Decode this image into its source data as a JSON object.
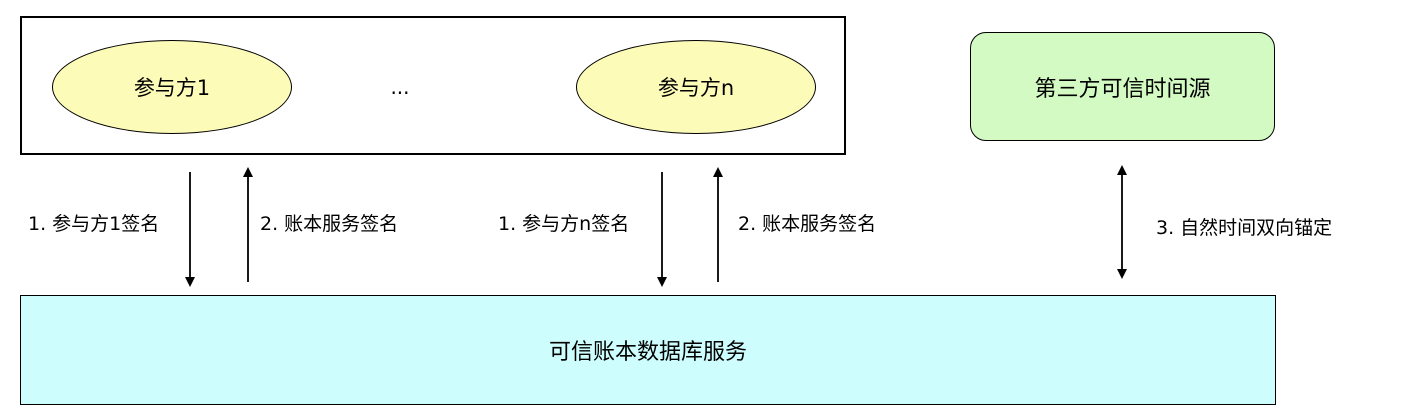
{
  "diagram": {
    "participants": {
      "first": "参与方1",
      "ellipsis": "...",
      "last": "参与方n"
    },
    "time_source": "第三方可信时间源",
    "ledger_service": "可信账本数据库服务",
    "arrows": {
      "participant1_sign": "1. 参与方1签名",
      "ledger_sign_1": "2. 账本服务签名",
      "participantn_sign": "1. 参与方n签名",
      "ledger_sign_2": "2. 账本服务签名",
      "time_anchor": "3. 自然时间双向锚定"
    },
    "colors": {
      "participant_fill": "#fdfbb8",
      "time_source_fill": "#d2fac2",
      "ledger_fill": "#cdfdfd",
      "stroke": "#000000"
    }
  }
}
